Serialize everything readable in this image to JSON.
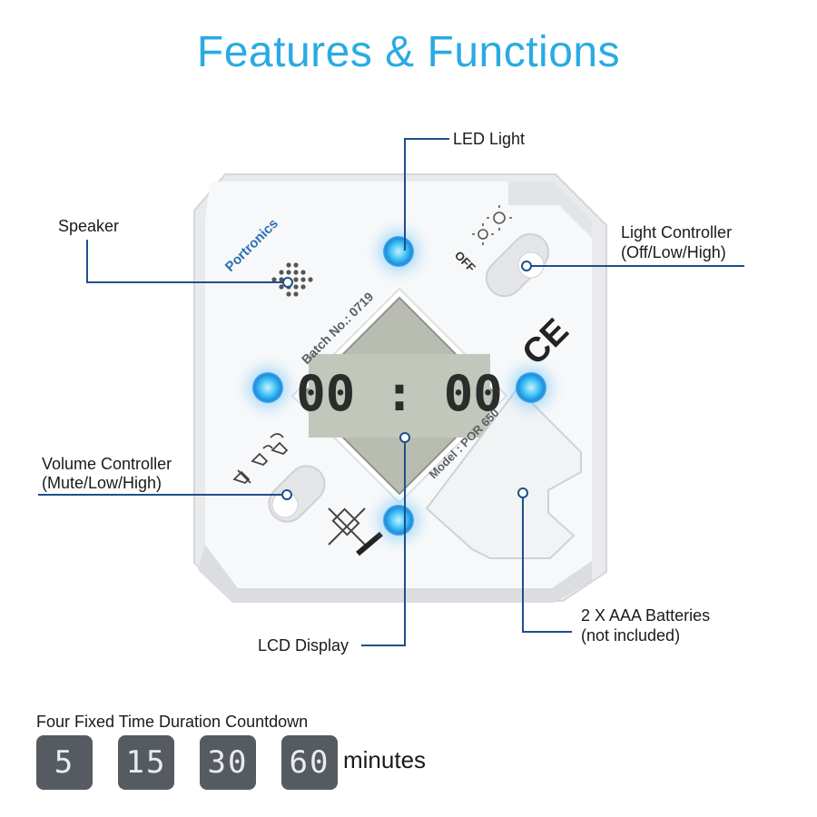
{
  "title": "Features & Functions",
  "callouts": {
    "led_light": "LED Light",
    "speaker": "Speaker",
    "light_controller": "Light Controller",
    "light_controller_sub": "(Off/Low/High)",
    "volume_controller": "Volume Controller",
    "volume_controller_sub": "(Mute/Low/High)",
    "lcd_display": "LCD Display",
    "batteries": "2 X AAA  Batteries",
    "batteries_sub": "(not included)"
  },
  "device": {
    "brand": "Portronics",
    "batch": "Batch No.: 0719",
    "model": "Model : POR 650",
    "display": "00 : 00",
    "ce_mark": "CE",
    "off_label": "OFF"
  },
  "countdown": {
    "heading": "Four Fixed Time Duration Countdown",
    "durations": [
      "5",
      "15",
      "30",
      "60"
    ],
    "unit": "minutes"
  },
  "colors": {
    "title": "#29abe2",
    "leader": "#1f4f8c",
    "led_glow": "#48c6f6",
    "key_bg": "#555b61",
    "lcd_bg": "#b9bdb1"
  }
}
